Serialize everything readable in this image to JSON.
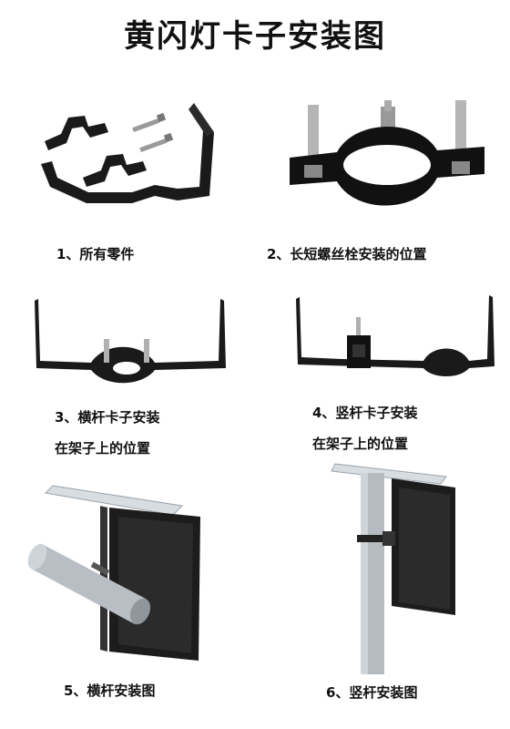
{
  "title": "黄闪灯卡子安装图",
  "captions": {
    "c1": "1、所有零件",
    "c2": "2、长短螺丝栓安装的位置",
    "c3_line1": "3、横杆卡子安装",
    "c3_line2": "在架子上的位置",
    "c4_line1": "4、竖杆卡子安装",
    "c4_line2": "在架子上的位置",
    "c5": "5、横杆安装图",
    "c6": "6、竖杆安装图"
  }
}
